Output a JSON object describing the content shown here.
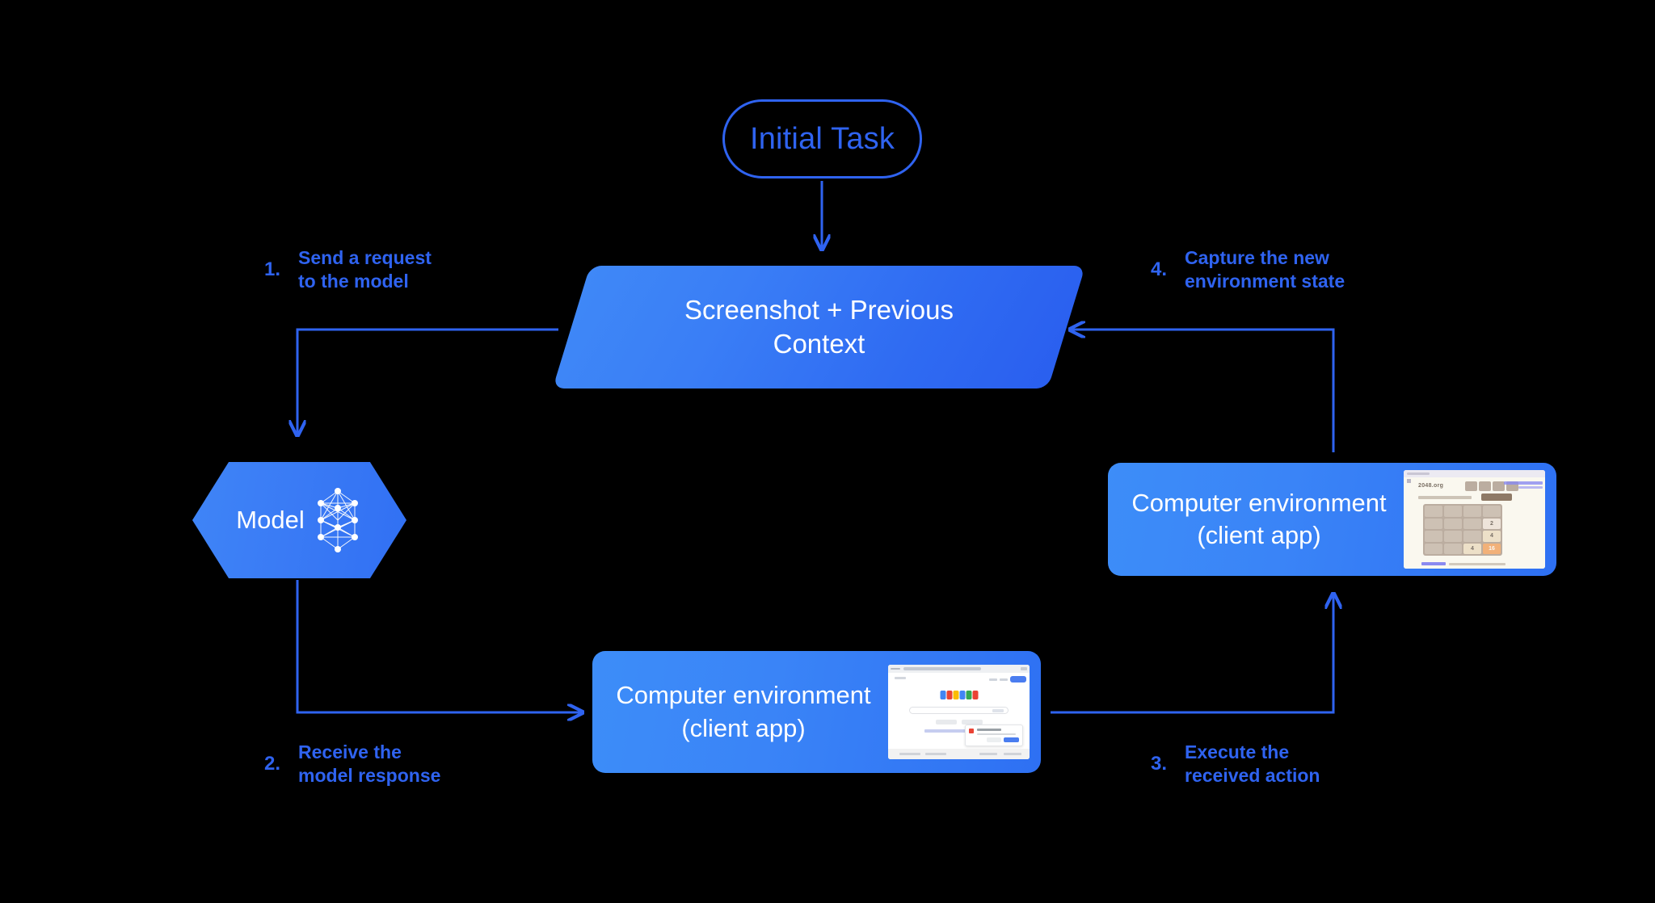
{
  "diagram": {
    "title": "Computer use agent loop",
    "background_color": "#000000",
    "accent_color": "#2f63f0",
    "node_gradient_from": "#3f88f7",
    "node_gradient_to": "#2a5fef"
  },
  "nodes": {
    "initial_task": {
      "label": "Initial Task",
      "shape": "pill",
      "style": "outlined"
    },
    "context": {
      "line1": "Screenshot + Previous",
      "line2": "Context",
      "shape": "parallelogram",
      "style": "filled"
    },
    "model": {
      "label": "Model",
      "shape": "hexagon",
      "icon": "neural-network-icon",
      "style": "filled"
    },
    "env_right": {
      "line1": "Computer environment",
      "line2": "(client app)",
      "shape": "rounded-rect",
      "thumbnail": "2048-game-screenshot"
    },
    "env_bottom": {
      "line1": "Computer environment",
      "line2": "(client app)",
      "shape": "rounded-rect",
      "thumbnail": "google-search-screenshot"
    }
  },
  "steps": [
    {
      "number": "1.",
      "line1": "Send a request",
      "line2": "to the model"
    },
    {
      "number": "2.",
      "line1": "Receive the",
      "line2": "model response"
    },
    {
      "number": "3.",
      "line1": "Execute the",
      "line2": "received action"
    },
    {
      "number": "4.",
      "line1": "Capture the new",
      "line2": "environment state"
    }
  ],
  "thumbnails": {
    "game_2048": {
      "site_title": "2048.org",
      "board": [
        [
          "",
          "",
          "",
          ""
        ],
        [
          "",
          "",
          "",
          "2"
        ],
        [
          "",
          "",
          "",
          "4"
        ],
        [
          "",
          "",
          "4",
          "16"
        ]
      ]
    },
    "google": {
      "logo_colors": [
        "#4285f4",
        "#ea4335",
        "#fbbc05",
        "#4285f4",
        "#34a853",
        "#ea4335"
      ]
    }
  }
}
